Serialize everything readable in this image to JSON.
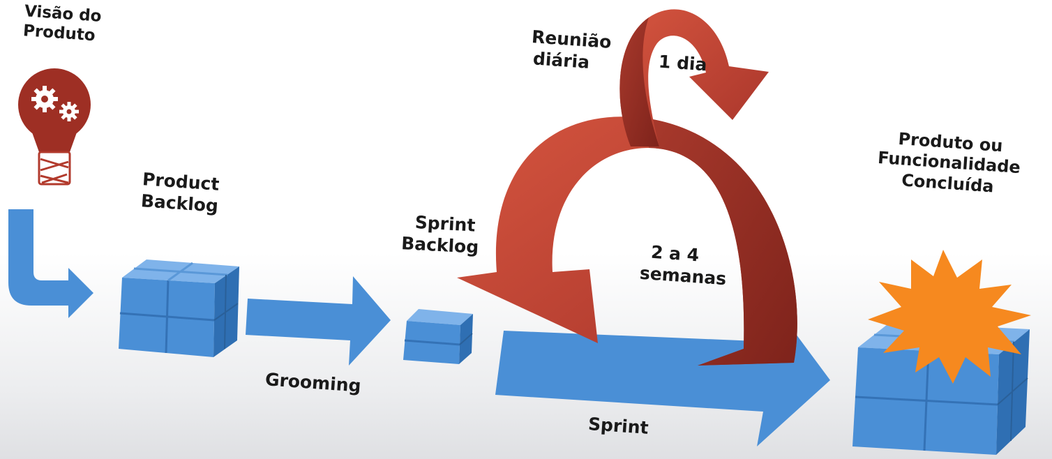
{
  "labels": {
    "vision": [
      "Visão do",
      "Produto"
    ],
    "product_backlog": [
      "Product",
      "Backlog"
    ],
    "grooming": "Grooming",
    "sprint_backlog": [
      "Sprint",
      "Backlog"
    ],
    "daily": [
      "Reunião",
      "diária"
    ],
    "one_day": "1 dia",
    "weeks": [
      "2 a 4",
      "semanas"
    ],
    "sprint": "Sprint",
    "done": [
      "Produto ou",
      "Funcionalidade",
      "Concluída"
    ]
  },
  "colors": {
    "blue": "#4a8fd6",
    "blue_dark": "#2f6fb3",
    "blue_light": "#7fb3ea",
    "red": "#c94a38",
    "red_dark": "#8f2a20",
    "bulb": "#9e2f24",
    "star": "#f6891f"
  },
  "icons": {
    "bulb": "lightbulb-gears-icon",
    "star": "starburst-icon"
  }
}
